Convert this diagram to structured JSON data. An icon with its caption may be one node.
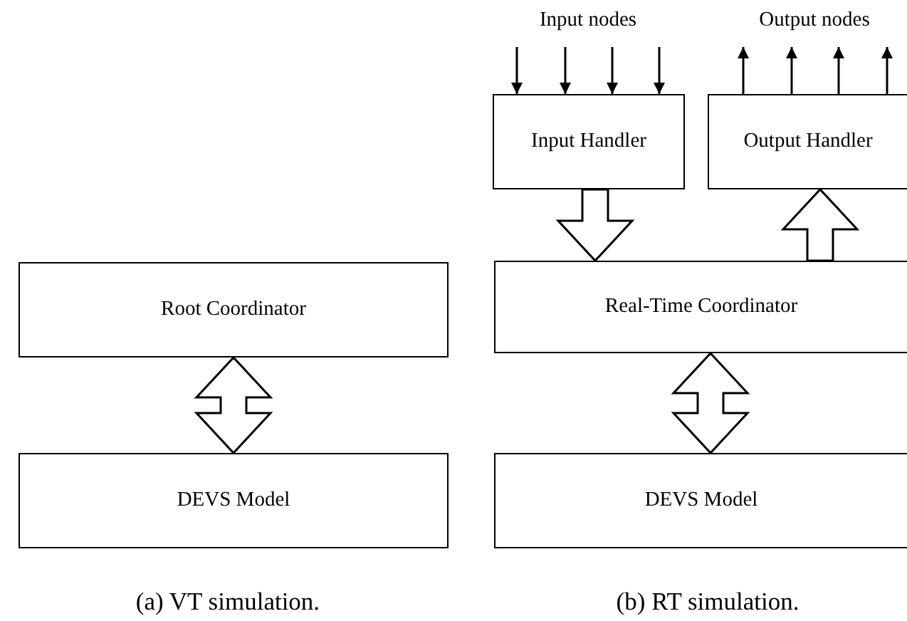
{
  "diagram": {
    "nodes": [
      {
        "text": [
          "Root Coordinator"
        ]
      },
      {
        "text": [
          "DEVS Model"
        ]
      },
      {
        "text": [
          "Input Handler"
        ]
      },
      {
        "text": [
          "Output Handler"
        ]
      },
      {
        "text": [
          "Real-Time Coordinator"
        ]
      },
      {
        "text": [
          "DEVS Model"
        ]
      },
      {
        "text": [
          "Input nodes"
        ]
      },
      {
        "text": [
          "Output nodes"
        ]
      }
    ],
    "edges": [
      {
        "from": 0,
        "to": 1,
        "arrow": "both",
        "style": "thick"
      },
      {
        "from": 6,
        "to": 2,
        "arrow": "to"
      },
      {
        "from": 6,
        "to": 2,
        "arrow": "to"
      },
      {
        "from": 6,
        "to": 2,
        "arrow": "to"
      },
      {
        "from": 6,
        "to": 2,
        "arrow": "to"
      },
      {
        "from": 2,
        "to": 4,
        "arrow": "to",
        "style": "thick"
      },
      {
        "from": 4,
        "to": 3,
        "arrow": "to",
        "style": "thick"
      },
      {
        "from": 3,
        "to": 7,
        "arrow": "to"
      },
      {
        "from": 3,
        "to": 7,
        "arrow": "to"
      },
      {
        "from": 3,
        "to": 7,
        "arrow": "to"
      },
      {
        "from": 3,
        "to": 7,
        "arrow": "to"
      },
      {
        "from": 4,
        "to": 5,
        "arrow": "both",
        "style": "thick"
      }
    ],
    "labels": [
      "(a) VT simulation.",
      "(b) RT simulation."
    ]
  }
}
